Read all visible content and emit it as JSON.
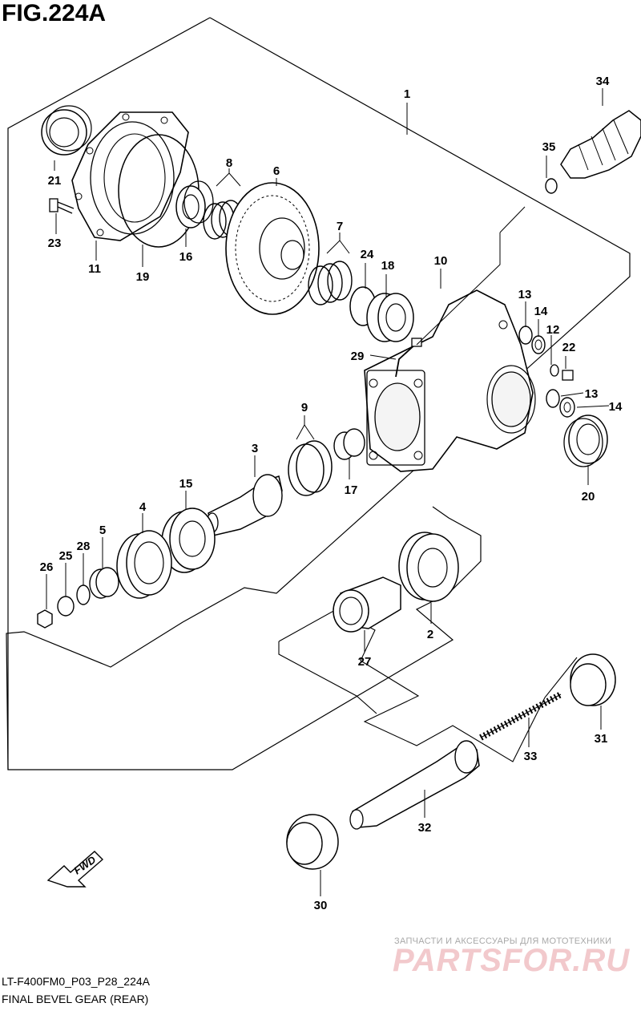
{
  "header": {
    "title": "FIG.224A"
  },
  "footer": {
    "code": "LT-F400FM0_P03_P28_224A",
    "caption": "FINAL BEVEL GEAR (REAR)"
  },
  "watermark": {
    "subtitle": "ЗАПЧАСТИ И АКСЕССУАРЫ ДЛЯ МОТОТЕХНИКИ",
    "brand": "PARTSFOR.RU"
  },
  "fwd": {
    "label": "FWD"
  },
  "parts": [
    {
      "id": "1",
      "label": "1"
    },
    {
      "id": "2",
      "label": "2"
    },
    {
      "id": "3",
      "label": "3"
    },
    {
      "id": "4",
      "label": "4"
    },
    {
      "id": "5",
      "label": "5"
    },
    {
      "id": "6",
      "label": "6"
    },
    {
      "id": "7",
      "label": "7"
    },
    {
      "id": "8",
      "label": "8"
    },
    {
      "id": "9",
      "label": "9"
    },
    {
      "id": "10",
      "label": "10"
    },
    {
      "id": "11",
      "label": "11"
    },
    {
      "id": "12",
      "label": "12"
    },
    {
      "id": "13a",
      "label": "13"
    },
    {
      "id": "13b",
      "label": "13"
    },
    {
      "id": "14a",
      "label": "14"
    },
    {
      "id": "14b",
      "label": "14"
    },
    {
      "id": "15",
      "label": "15"
    },
    {
      "id": "16",
      "label": "16"
    },
    {
      "id": "17",
      "label": "17"
    },
    {
      "id": "18",
      "label": "18"
    },
    {
      "id": "19",
      "label": "19"
    },
    {
      "id": "20",
      "label": "20"
    },
    {
      "id": "21",
      "label": "21"
    },
    {
      "id": "22",
      "label": "22"
    },
    {
      "id": "23",
      "label": "23"
    },
    {
      "id": "24",
      "label": "24"
    },
    {
      "id": "25",
      "label": "25"
    },
    {
      "id": "26",
      "label": "26"
    },
    {
      "id": "27",
      "label": "27"
    },
    {
      "id": "28",
      "label": "28"
    },
    {
      "id": "29",
      "label": "29"
    },
    {
      "id": "30",
      "label": "30"
    },
    {
      "id": "31",
      "label": "31"
    },
    {
      "id": "32",
      "label": "32"
    },
    {
      "id": "33",
      "label": "33"
    },
    {
      "id": "34",
      "label": "34"
    },
    {
      "id": "35",
      "label": "35"
    }
  ]
}
